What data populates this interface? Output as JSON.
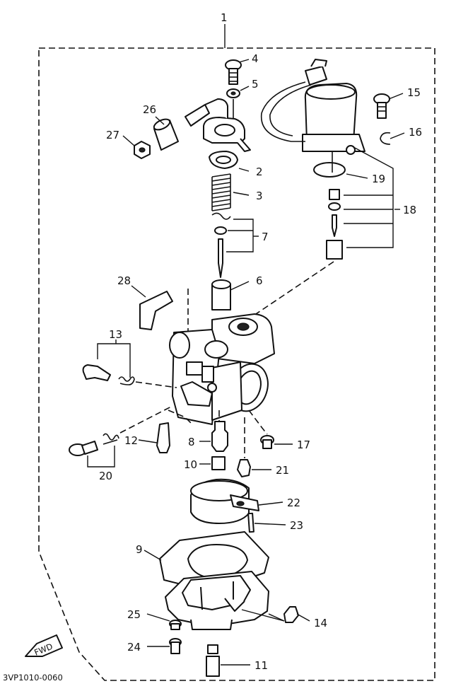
{
  "callouts": {
    "c1": "1",
    "c2": "2",
    "c3": "3",
    "c4": "4",
    "c5": "5",
    "c6": "6",
    "c7": "7",
    "c8": "8",
    "c9": "9",
    "c10": "10",
    "c11": "11",
    "c12": "12",
    "c13": "13",
    "c14": "14",
    "c15": "15",
    "c16": "16",
    "c17": "17",
    "c18": "18",
    "c19": "19",
    "c20": "20",
    "c21": "21",
    "c22": "22",
    "c23": "23",
    "c24": "24",
    "c25": "25",
    "c26": "26",
    "c27": "27",
    "c28": "28"
  },
  "fwd_label": "FWD",
  "diagram_code": "3VP1010-0060"
}
